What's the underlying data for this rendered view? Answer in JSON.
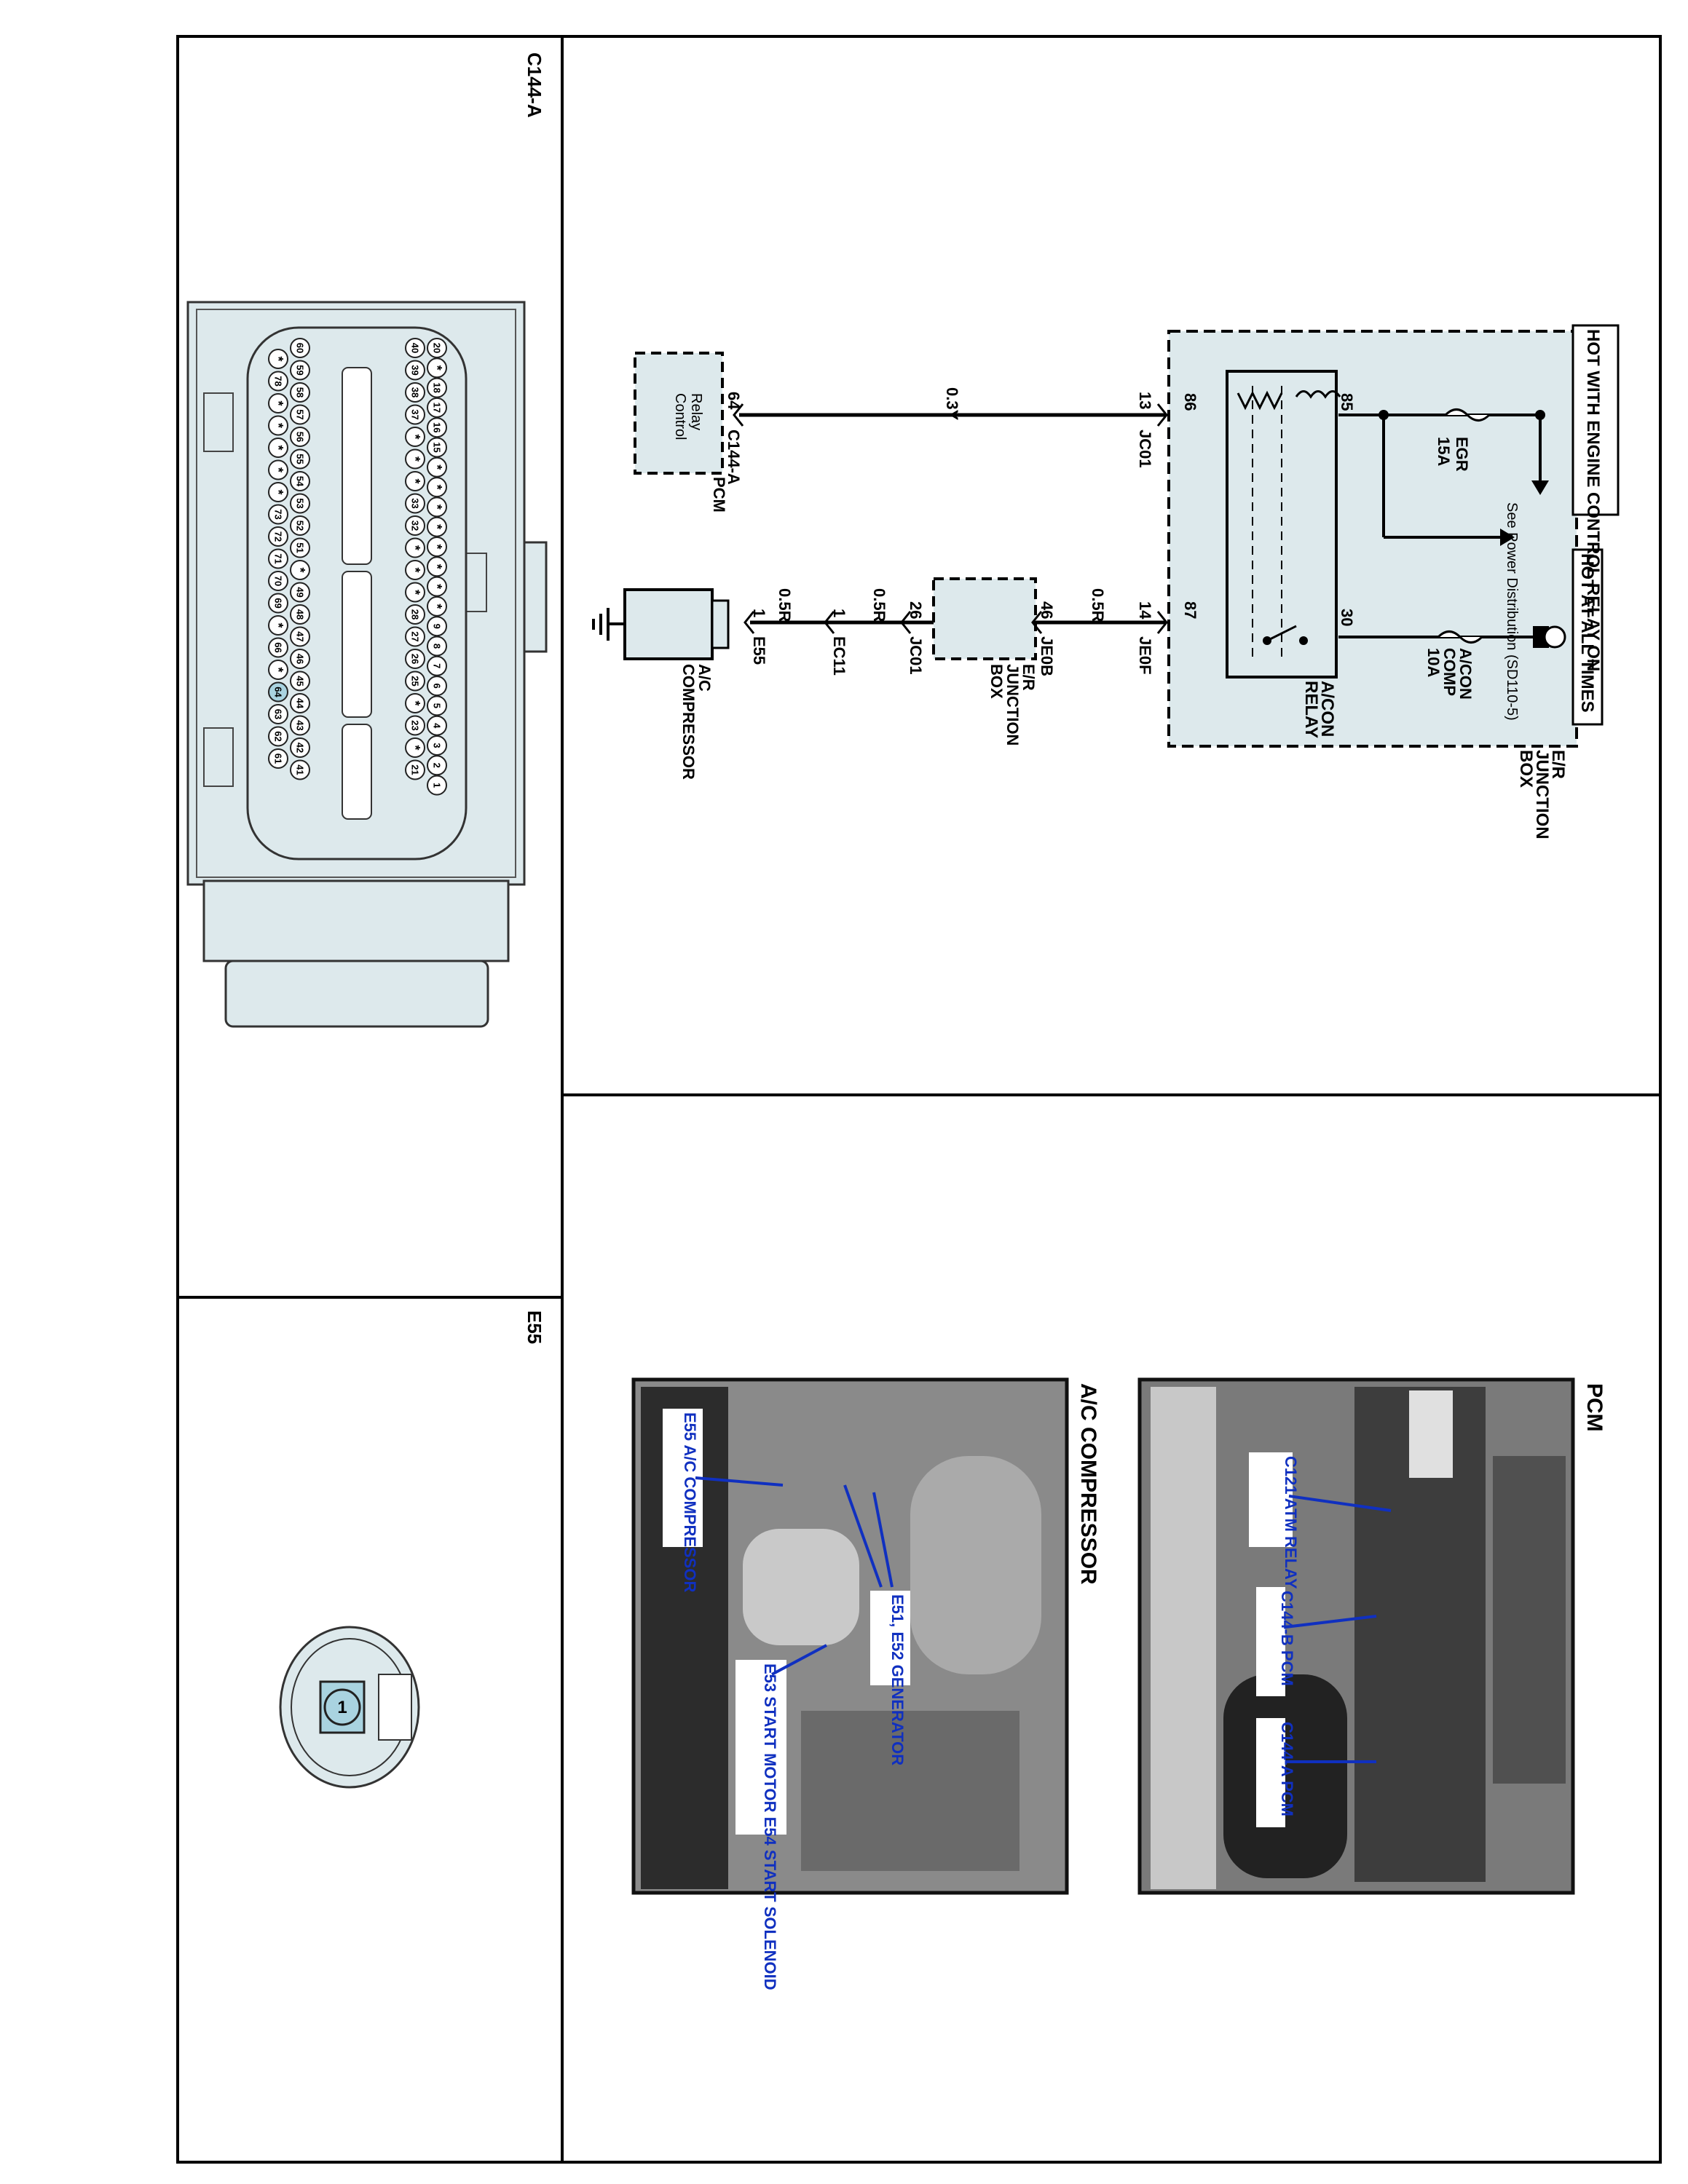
{
  "connectors": {
    "c144a_label": "C144-A",
    "e55_label": "E55",
    "c144a_pins_row1": [
      "20",
      "*",
      "18",
      "17",
      "16",
      "15",
      "*",
      "*",
      "*",
      "*",
      "*",
      "*",
      "*",
      "*",
      "9",
      "8",
      "7",
      "6",
      "5",
      "4",
      "3",
      "2",
      "1"
    ],
    "c144a_pins_row2": [
      "40",
      "39",
      "38",
      "37",
      "*",
      "*",
      "*",
      "33",
      "32",
      "*",
      "*",
      "*",
      "28",
      "27",
      "26",
      "25",
      "*",
      "23",
      "*",
      "21"
    ],
    "c144a_pins_row3": [
      "60",
      "59",
      "58",
      "57",
      "56",
      "55",
      "54",
      "53",
      "52",
      "51",
      "*",
      "49",
      "48",
      "47",
      "46",
      "45",
      "44",
      "43",
      "42",
      "41"
    ],
    "c144a_pins_row4": [
      "*",
      "78",
      "*",
      "*",
      "*",
      "*",
      "*",
      "73",
      "72",
      "71",
      "70",
      "69",
      "*",
      "66",
      "*",
      "64",
      "63",
      "62",
      "61"
    ],
    "e55_pin": "1",
    "highlight_pin": "64"
  },
  "schematic": {
    "hot_engine": "HOT WITH ENGINE CONTROL RELAY ON",
    "hot_all": "HOT AT ALL TIMES",
    "egr_fuse": "EGR",
    "egr_amp": "15A",
    "see_power": "See Power Distribution (SD110-5)",
    "acon_fuse_1": "A/CON",
    "acon_fuse_2": "COMP",
    "acon_amp": "10A",
    "er_junction_1": "E/R",
    "er_junction_2": "JUNCTION",
    "er_junction_3": "BOX",
    "relay_name_1": "A/CON",
    "relay_name_2": "RELAY",
    "pin_85": "85",
    "pin_86": "86",
    "pin_87": "87",
    "pin_30": "30",
    "pin_13": "13",
    "pin_14": "14",
    "jc01": "JC01",
    "je0f": "JE0F",
    "wire_03y": "0.3Y",
    "wire_05r_a": "0.5R",
    "wire_05r_b": "0.5R",
    "wire_05r_c": "0.5R",
    "pin_64": "64",
    "c144a": "C144-A",
    "relay_control_1": "Relay",
    "relay_control_2": "Control",
    "pcm": "PCM",
    "pin_46": "46",
    "je0b": "JE0B",
    "er_jb2_1": "E/R",
    "er_jb2_2": "JUNCTION",
    "er_jb2_3": "BOX",
    "pin_26": "26",
    "jc01b": "JC01",
    "pin_1a": "1",
    "ec11": "EC11",
    "pin_1b": "1",
    "e55": "E55",
    "compressor_1": "A/C",
    "compressor_2": "COMPRESSOR"
  },
  "photos": {
    "pcm_title": "PCM",
    "pcm_labels": [
      "C121 ATM RELAY",
      "C144-B PCM",
      "C144-A PCM"
    ],
    "ac_title": "A/C COMPRESSOR",
    "ac_labels": [
      "E55 A/C COMPRESSOR",
      "E51, E52 GENERATOR",
      "E53 START MOTOR E54 START SOLENOID"
    ]
  },
  "colors": {
    "panel_fill": "#dde9ec",
    "pin_highlight": "#a9d3e0",
    "label_blue": "#1030c0"
  }
}
